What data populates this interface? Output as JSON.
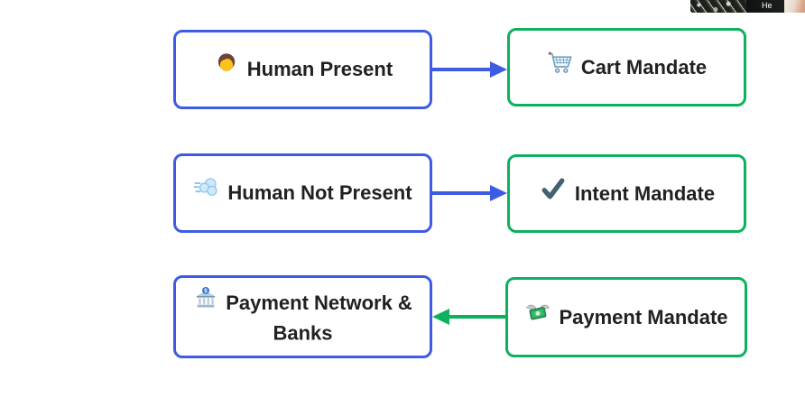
{
  "diagram": {
    "rows": [
      {
        "source": {
          "label": "Human Present",
          "icon": "person-icon",
          "emoji": "🧑",
          "border_color": "#3e5be4"
        },
        "target": {
          "label": "Cart Mandate",
          "icon": "shopping-cart-icon",
          "emoji": "🛒",
          "border_color": "#0cb15e"
        },
        "arrow": {
          "direction": "right",
          "from": "Human Present",
          "to": "Cart Mandate",
          "color": "#3e5be4"
        }
      },
      {
        "source": {
          "label": "Human Not Present",
          "icon": "dash-wind-icon",
          "emoji": "💨",
          "border_color": "#3e5be4"
        },
        "target": {
          "label": "Intent Mandate",
          "icon": "check-mark-icon",
          "emoji": "✔️",
          "border_color": "#0cb15e"
        },
        "arrow": {
          "direction": "right",
          "from": "Human Not Present",
          "to": "Intent Mandate",
          "color": "#3e5be4"
        }
      },
      {
        "source": {
          "label": "Payment Network & Banks",
          "icon": "bank-icon",
          "emoji": "🏦",
          "border_color": "#3e5be4"
        },
        "target": {
          "label": "Payment Mandate",
          "icon": "money-with-wings-icon",
          "emoji": "💸",
          "border_color": "#0cb15e"
        },
        "arrow": {
          "direction": "left",
          "from": "Payment Mandate",
          "to": "Payment Network & Banks",
          "color": "#0cb15e"
        }
      }
    ],
    "colors": {
      "source_border": "#3e5be4",
      "target_border": "#0cb15e",
      "text": "#202124",
      "background": "#ffffff"
    }
  },
  "webcam_overlay": {
    "name_fragment": "He"
  }
}
